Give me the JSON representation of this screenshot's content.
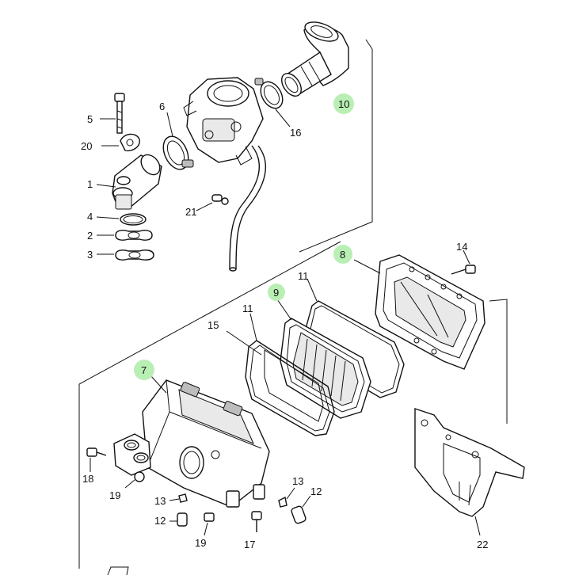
{
  "diagram": {
    "accent_color": "#b9efb4",
    "callouts": {
      "p5": "5",
      "p20": "20",
      "p1": "1",
      "p4": "4",
      "p2": "2",
      "p3": "3",
      "p6": "6",
      "p16": "16",
      "p10": "10",
      "p21": "21",
      "p8": "8",
      "p14": "14",
      "p11a": "11",
      "p9": "9",
      "p11b": "11",
      "p15": "15",
      "p7": "7",
      "p18": "18",
      "p19a": "19",
      "p13a": "13",
      "p12a": "12",
      "p19b": "19",
      "p17": "17",
      "p13b": "13",
      "p12b": "12",
      "p22": "22"
    },
    "highlighted": [
      "p10",
      "p8",
      "p9",
      "p7"
    ]
  }
}
